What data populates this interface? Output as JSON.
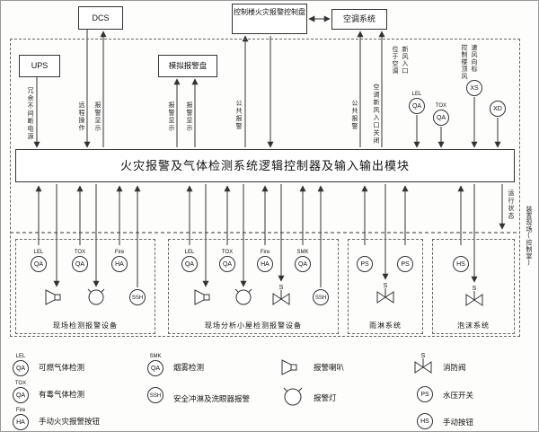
{
  "external": {
    "dcs": "DCS",
    "fire_panel": "控制楼火灾报警控制盘",
    "hvac": "空调系统"
  },
  "inner": {
    "ups": "UPS",
    "analog_panel": "模拟报警盘"
  },
  "controller": {
    "title": "火灾报警及气体检测系统逻辑控制器及输入输出模块"
  },
  "signal_labels": {
    "ups_power": "冗余不间断电源",
    "remote_operation": "远程操作",
    "alarm_display_dcs": "报警显示",
    "alarm_display_panel_1": "报警显示",
    "alarm_display_panel_2": "报警显示",
    "public_alarm_fire_panel": "公共报警",
    "public_alarm_hvac": "公共报警",
    "hvac_inlet_close": "空调新风入口关闭",
    "run_status": "运行状态"
  },
  "remote_sensors": {
    "inlet_location": "位于空调新风入口",
    "roof_location": "控制楼顶风速风向标"
  },
  "zone_label": "装置现场(控制室)",
  "symbols": {
    "qa": "QA",
    "ha": "HA",
    "ssh": "SSH",
    "ps": "PS",
    "hs": "HS",
    "xs": "XS",
    "xd": "XD",
    "s": "S",
    "lel": "LEL",
    "tox": "TOX",
    "fire": "Fire",
    "smk": "SMK"
  },
  "groups": [
    {
      "label": "现场检测报警设备"
    },
    {
      "label": "现场分析小屋检测报警设备"
    },
    {
      "label": "雨淋系统"
    },
    {
      "label": "泡沫系统"
    }
  ],
  "legend": [
    {
      "tag": "LEL",
      "circle": "QA",
      "text": "可燃气体检测"
    },
    {
      "tag": "TOX",
      "circle": "QA",
      "text": "有毒气体检测"
    },
    {
      "tag": "Fire",
      "circle": "HA",
      "text": "手动火灾报警按钮"
    },
    {
      "tag": "SMK",
      "circle": "QA",
      "text": "烟雾检测"
    },
    {
      "circle": "SSH",
      "text": "安全冲淋及洗眼器报警"
    },
    {
      "symbol": "alarm-horn-icon",
      "text": "报警喇叭"
    },
    {
      "symbol": "alarm-light-icon",
      "text": "报警灯"
    },
    {
      "symbol": "fire-valve-icon",
      "text": "消防阀"
    },
    {
      "circle": "PS",
      "text": "水压开关"
    },
    {
      "circle": "HS",
      "text": "手动按钮"
    }
  ]
}
